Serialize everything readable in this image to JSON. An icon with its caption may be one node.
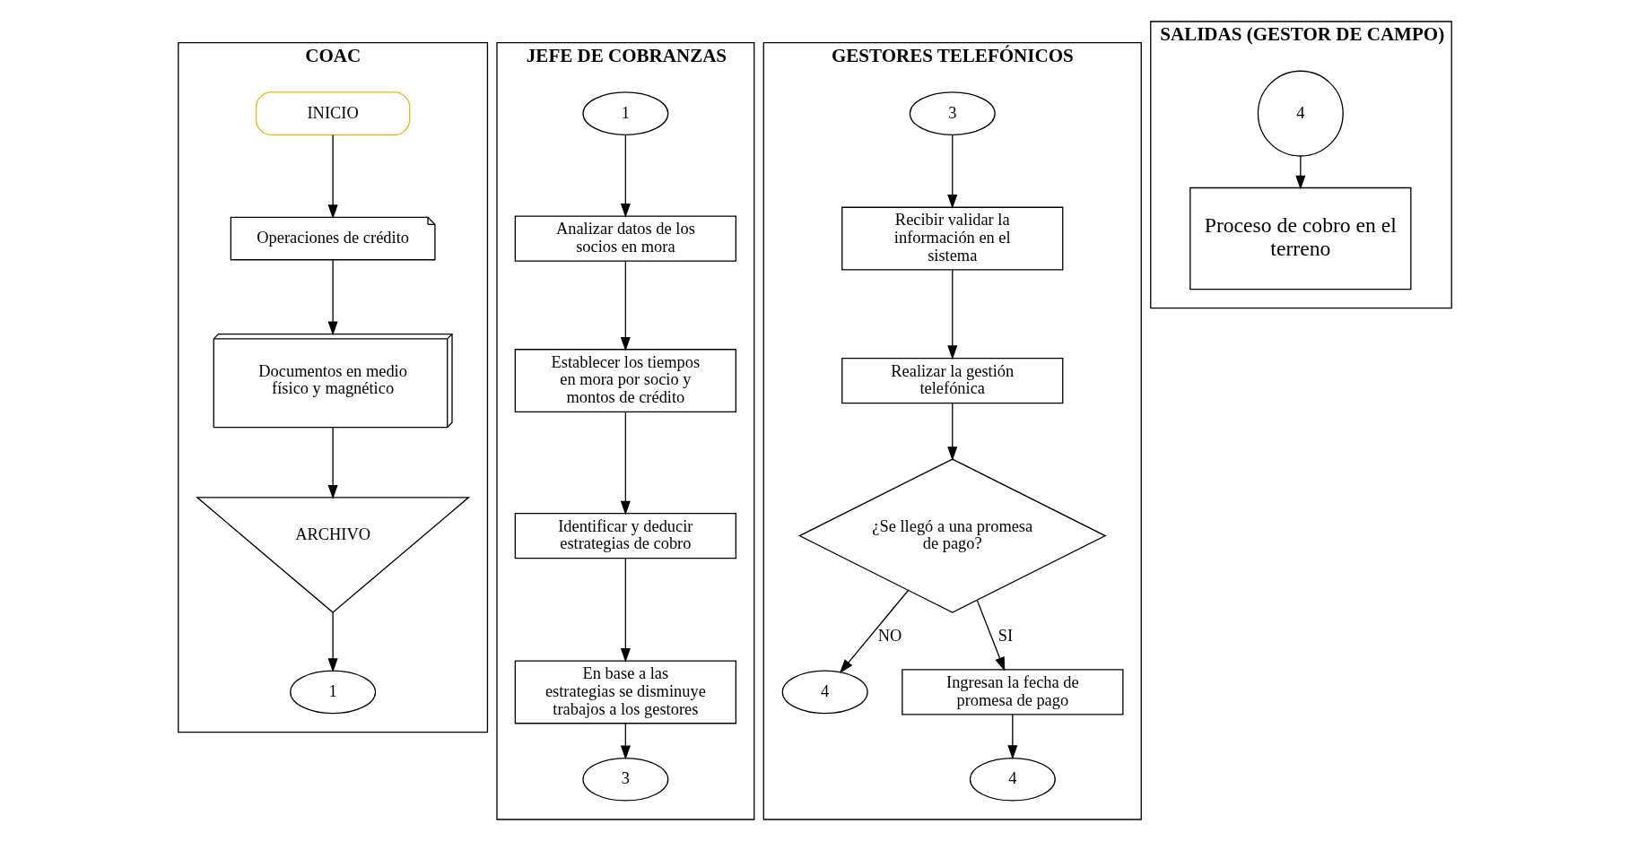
{
  "diagram": {
    "nodes": [
      {
        "text": [
          "COAC"
        ]
      },
      {
        "text": [
          "JEFE DE COBRANZAS"
        ]
      },
      {
        "text": [
          "GESTORES TELEFÓNICOS"
        ]
      },
      {
        "text": [
          "SALIDAS (GESTOR DE CAMPO)"
        ]
      },
      {
        "text": [
          "INICIO"
        ],
        "in": 0
      },
      {
        "text": [
          "Operaciones de crédito"
        ],
        "in": 0
      },
      {
        "text": [
          "Documentos en medio físico y magnético"
        ],
        "in": 0
      },
      {
        "text": [
          "ARCHIVO"
        ],
        "in": 0
      },
      {
        "text": [
          "1"
        ],
        "in": 0
      },
      {
        "text": [
          "1"
        ],
        "in": 1
      },
      {
        "text": [
          "Analizar datos de los socios en mora"
        ],
        "in": 1
      },
      {
        "text": [
          "Establecer los tiempos en mora por socio y montos de crédito"
        ],
        "in": 1
      },
      {
        "text": [
          "Identificar y deducir estrategias de cobro"
        ],
        "in": 1
      },
      {
        "text": [
          "En base a las estrategias se disminuye trabajos a los gestores"
        ],
        "in": 1
      },
      {
        "text": [
          "3"
        ],
        "in": 1
      },
      {
        "text": [
          "3"
        ],
        "in": 2
      },
      {
        "text": [
          "Recibir validar la información en el sistema"
        ],
        "in": 2
      },
      {
        "text": [
          "Realizar la gestión telefónica"
        ],
        "in": 2
      },
      {
        "text": [
          "¿Se llegó a una promesa de pago?"
        ],
        "in": 2
      },
      {
        "text": [
          "4"
        ],
        "in": 2
      },
      {
        "text": [
          "Ingresan la fecha de promesa de pago"
        ],
        "in": 2
      },
      {
        "text": [
          "4"
        ],
        "in": 2
      },
      {
        "text": [
          "4"
        ],
        "in": 3
      },
      {
        "text": [
          "Proceso de cobro en el terreno"
        ],
        "in": 3
      }
    ],
    "edges": [
      {
        "from": 4,
        "to": 5,
        "arrow": "to"
      },
      {
        "from": 5,
        "to": 6,
        "arrow": "to"
      },
      {
        "from": 6,
        "to": 7,
        "arrow": "to"
      },
      {
        "from": 7,
        "to": 8,
        "arrow": "to"
      },
      {
        "from": 9,
        "to": 10,
        "arrow": "to"
      },
      {
        "from": 10,
        "to": 11,
        "arrow": "to"
      },
      {
        "from": 11,
        "to": 12,
        "arrow": "to"
      },
      {
        "from": 12,
        "to": 13,
        "arrow": "to"
      },
      {
        "from": 13,
        "to": 14,
        "arrow": "to"
      },
      {
        "from": 15,
        "to": 16,
        "arrow": "to"
      },
      {
        "from": 16,
        "to": 17,
        "arrow": "to"
      },
      {
        "from": 17,
        "to": 18,
        "arrow": "to"
      },
      {
        "from": 18,
        "to": 19,
        "arrow": "to",
        "label": "NO"
      },
      {
        "from": 18,
        "to": 20,
        "arrow": "to",
        "label": "SI"
      },
      {
        "from": 20,
        "to": 21,
        "arrow": "to"
      },
      {
        "from": 22,
        "to": 23,
        "arrow": "to"
      }
    ]
  }
}
